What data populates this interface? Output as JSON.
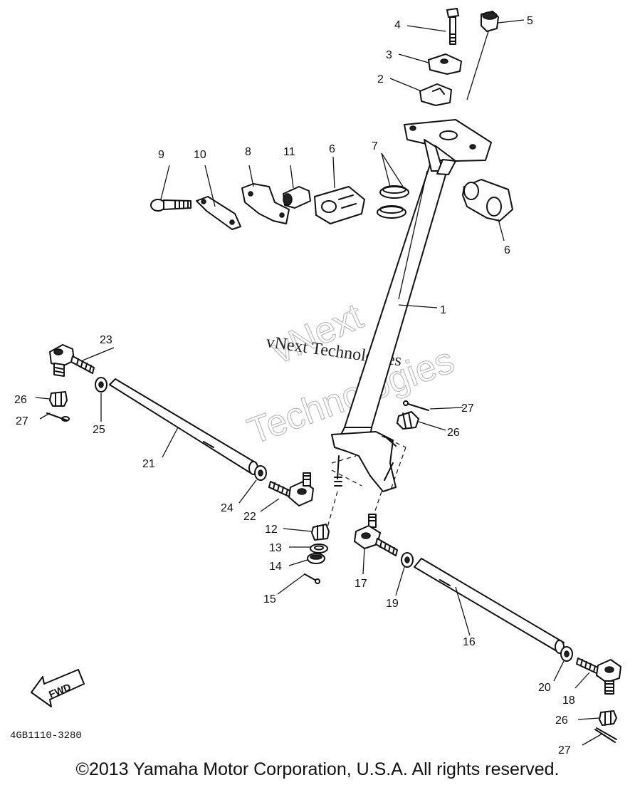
{
  "diagram": {
    "drawing_code": "4GB1110-3280",
    "fwd_label": "FWD",
    "watermark_line": "vNext Technologies",
    "watermark_big_1": "vNext",
    "watermark_big_2": "Technologies",
    "copyright": "©2013 Yamaha Motor Corporation, U.S.A. All rights reserved."
  },
  "callouts": [
    {
      "num": "1",
      "part": "steering-shaft"
    },
    {
      "num": "2",
      "part": "handlebar-holder-lower"
    },
    {
      "num": "3",
      "part": "handlebar-holder-upper"
    },
    {
      "num": "4",
      "part": "bolt"
    },
    {
      "num": "5",
      "part": "cap"
    },
    {
      "num": "6",
      "part": "shaft-bushing-holder"
    },
    {
      "num": "6",
      "part": "shaft-bushing-holder"
    },
    {
      "num": "7",
      "part": "bushing-halves"
    },
    {
      "num": "8",
      "part": "plate"
    },
    {
      "num": "9",
      "part": "bolt"
    },
    {
      "num": "10",
      "part": "plate"
    },
    {
      "num": "11",
      "part": "collar"
    },
    {
      "num": "12",
      "part": "castle-nut"
    },
    {
      "num": "13",
      "part": "washer"
    },
    {
      "num": "14",
      "part": "washer"
    },
    {
      "num": "15",
      "part": "cotter-pin"
    },
    {
      "num": "16",
      "part": "tie-rod-right"
    },
    {
      "num": "17",
      "part": "tie-rod-end"
    },
    {
      "num": "18",
      "part": "tie-rod-end"
    },
    {
      "num": "19",
      "part": "nut"
    },
    {
      "num": "20",
      "part": "nut"
    },
    {
      "num": "21",
      "part": "tie-rod-left"
    },
    {
      "num": "22",
      "part": "tie-rod-end"
    },
    {
      "num": "23",
      "part": "tie-rod-end"
    },
    {
      "num": "24",
      "part": "nut"
    },
    {
      "num": "25",
      "part": "nut"
    },
    {
      "num": "26",
      "part": "castle-nut"
    },
    {
      "num": "26",
      "part": "castle-nut"
    },
    {
      "num": "26",
      "part": "castle-nut"
    },
    {
      "num": "27",
      "part": "cotter-pin"
    },
    {
      "num": "27",
      "part": "cotter-pin"
    },
    {
      "num": "27",
      "part": "cotter-pin"
    }
  ]
}
